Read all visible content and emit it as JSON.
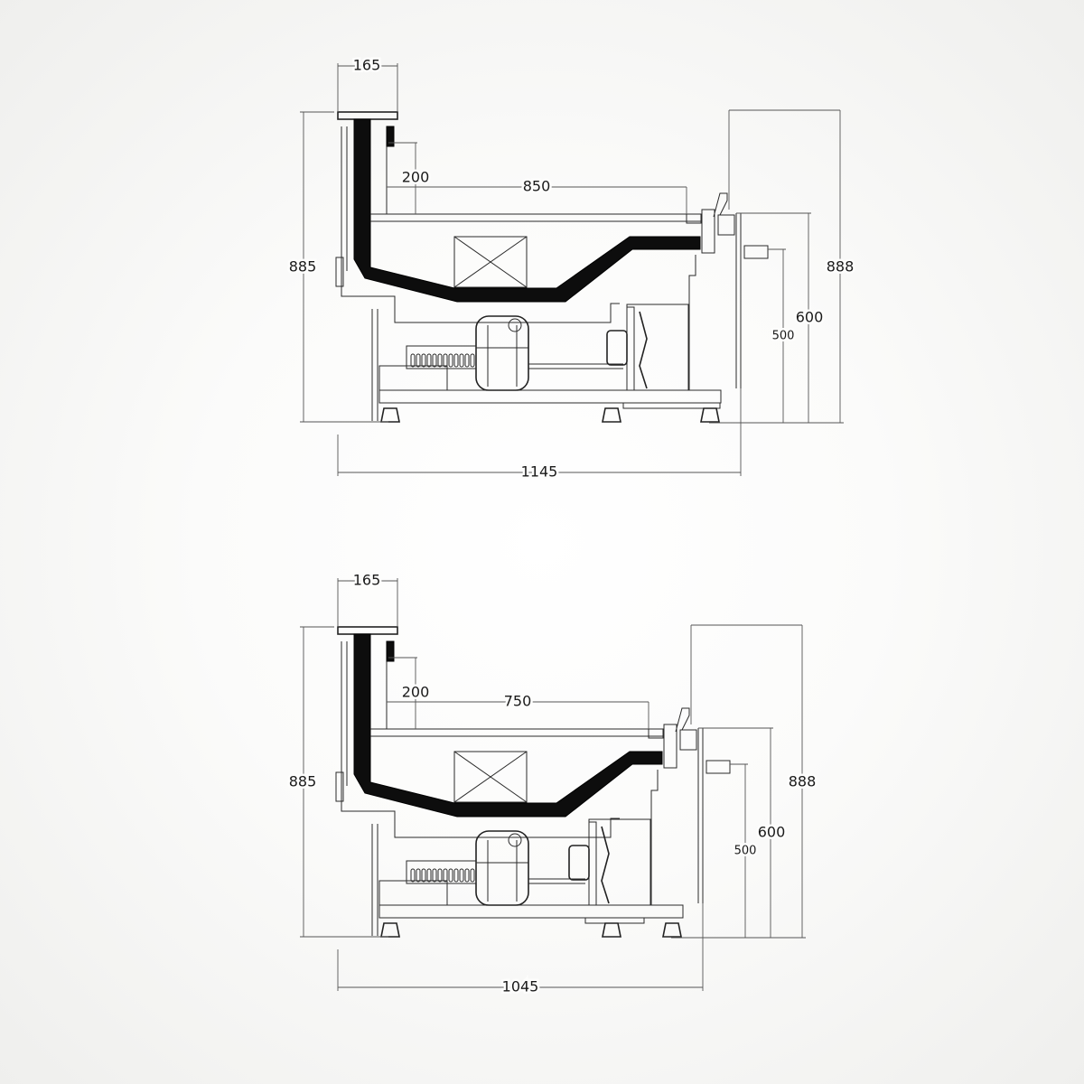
{
  "views": [
    {
      "name": "model-1145",
      "dims": {
        "top_width": "165",
        "inner_depth": "200",
        "shelf_length": "850",
        "height_left": "885",
        "height_right": "888",
        "height_600": "600",
        "height_500": "500",
        "overall_width": "1145"
      }
    },
    {
      "name": "model-1045",
      "dims": {
        "top_width": "165",
        "inner_depth": "200",
        "shelf_length": "750",
        "height_left": "885",
        "height_right": "888",
        "height_600": "600",
        "height_500": "500",
        "overall_width": "1045"
      }
    }
  ],
  "colors": {
    "line": "#2a2a2a",
    "fill": "#0d0d0d",
    "background": "#f7f7f6"
  }
}
